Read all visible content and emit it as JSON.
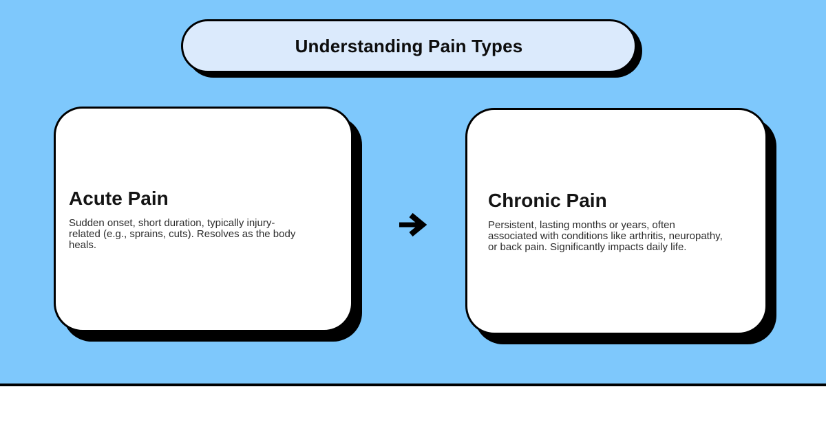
{
  "page": {
    "background_color": "#7ec8fc",
    "divider_color": "#000000",
    "footer_color": "#ffffff"
  },
  "title_banner": {
    "text": "Understanding Pain Types",
    "fill_color": "#dbeafc",
    "border_color": "#000000"
  },
  "connector": {
    "icon": "arrow-right",
    "color": "#000000"
  },
  "cards": [
    {
      "title": "Acute Pain",
      "description_lines": [
        "Sudden onset, short duration, typically injury-",
        "related (e.g., sprains, cuts). Resolves as the body",
        "heals."
      ]
    },
    {
      "title": "Chronic Pain",
      "description_lines": [
        "Persistent, lasting months or years, often",
        "associated with conditions like arthritis, neuropathy,",
        "or back pain. Significantly impacts daily life."
      ]
    }
  ]
}
